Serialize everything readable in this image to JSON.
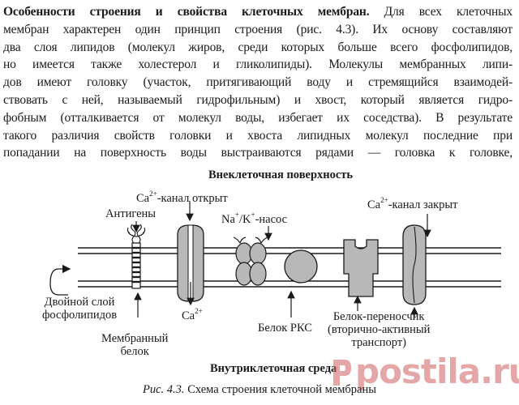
{
  "paragraph": {
    "lead": "Особенности строения и свойства клеточных мембран.",
    "lines": [
      " Для всех клеточных",
      "мембран характерен один принцип строения (рис. 4.3). Их основу составляют",
      "два слоя липидов (молекул жиров, среди которых больше всего фосфолипидов,",
      "но имеется также холестерол и гликолипиды). Молекулы мембранных липи-",
      "дов имеют головку (участок, притягивающий воду и стремящийся взаимодей-",
      "ствовать с ней, называемый гидрофильным) и хвост, который является гидро-",
      "фобным (отталкивается от молекул воды, избегает их соседства). В результате",
      "такого различия свойств головки и хвоста липидных молекул последние при",
      "попадании на поверхность воды выстраиваются рядами — головка к головке,"
    ]
  },
  "figure": {
    "outer_surface": "Внеклеточная поверхность",
    "inner_surface": "Внутриклеточная среда",
    "ca_open": {
      "prefix": "Ca",
      "sup": "2+",
      "suffix": "-канал открыт"
    },
    "antigens": "Антигены",
    "nak_pump": {
      "na": "Na",
      "na_sup": "+",
      "slash": "/K",
      "k_sup": "+",
      "suffix": "-насос"
    },
    "ca_closed": {
      "prefix": "Ca",
      "sup": "2+",
      "suffix": "-канал закрыт"
    },
    "bilayer_line1": "Двойной слой",
    "bilayer_line2": "фосфолипидов",
    "ca_ion": {
      "prefix": "Ca",
      "sup": "2+"
    },
    "membrane_protein_line1": "Мембранный",
    "membrane_protein_line2": "белок",
    "rks_protein": "Белок РКС",
    "carrier_line1": "Белок-переносчик",
    "carrier_line2": "(вторично-активный",
    "carrier_line3": "транспорт)"
  },
  "caption": {
    "label": "Рис. 4.3.",
    "text": " Схема строения клеточной мембраны"
  },
  "watermark": "postila.ru",
  "colors": {
    "text": "#1a1a1a",
    "protein_fill": "#b8b8b8",
    "watermark": "#cd5c5c"
  }
}
